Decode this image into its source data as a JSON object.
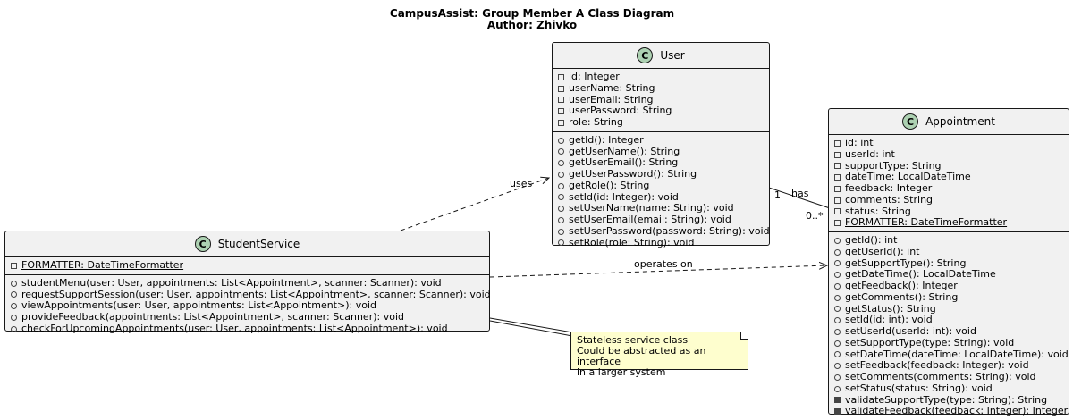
{
  "title": {
    "line1": "CampusAssist: Group Member A Class Diagram",
    "line2": "Author: Zhivko"
  },
  "classes": {
    "user": {
      "icon": "C",
      "name": "User",
      "attributes": [
        {
          "vis": "private",
          "text": "id: Integer"
        },
        {
          "vis": "private",
          "text": "userName: String"
        },
        {
          "vis": "private",
          "text": "userEmail: String"
        },
        {
          "vis": "private",
          "text": "userPassword: String"
        },
        {
          "vis": "private",
          "text": "role: String"
        }
      ],
      "methods": [
        {
          "vis": "public",
          "text": "getId(): Integer"
        },
        {
          "vis": "public",
          "text": "getUserName(): String"
        },
        {
          "vis": "public",
          "text": "getUserEmail(): String"
        },
        {
          "vis": "public",
          "text": "getUserPassword(): String"
        },
        {
          "vis": "public",
          "text": "getRole(): String"
        },
        {
          "vis": "public",
          "text": "setId(id: Integer): void"
        },
        {
          "vis": "public",
          "text": "setUserName(name: String): void"
        },
        {
          "vis": "public",
          "text": "setUserEmail(email: String): void"
        },
        {
          "vis": "public",
          "text": "setUserPassword(password: String): void"
        },
        {
          "vis": "public",
          "text": "setRole(role: String): void"
        }
      ]
    },
    "appointment": {
      "icon": "C",
      "name": "Appointment",
      "attributes": [
        {
          "vis": "private",
          "text": "id: int"
        },
        {
          "vis": "private",
          "text": "userId: int"
        },
        {
          "vis": "private",
          "text": "supportType: String"
        },
        {
          "vis": "private",
          "text": "dateTime: LocalDateTime"
        },
        {
          "vis": "private",
          "text": "feedback: Integer"
        },
        {
          "vis": "private",
          "text": "comments: String"
        },
        {
          "vis": "private",
          "text": "status: String"
        },
        {
          "vis": "private",
          "text": "FORMATTER: DateTimeFormatter",
          "static": true
        }
      ],
      "methods": [
        {
          "vis": "public",
          "text": "getId(): int"
        },
        {
          "vis": "public",
          "text": "getUserId(): int"
        },
        {
          "vis": "public",
          "text": "getSupportType(): String"
        },
        {
          "vis": "public",
          "text": "getDateTime(): LocalDateTime"
        },
        {
          "vis": "public",
          "text": "getFeedback(): Integer"
        },
        {
          "vis": "public",
          "text": "getComments(): String"
        },
        {
          "vis": "public",
          "text": "getStatus(): String"
        },
        {
          "vis": "public",
          "text": "setId(id: int): void"
        },
        {
          "vis": "public",
          "text": "setUserId(userId: int): void"
        },
        {
          "vis": "public",
          "text": "setSupportType(type: String): void"
        },
        {
          "vis": "public",
          "text": "setDateTime(dateTime: LocalDateTime): void"
        },
        {
          "vis": "public",
          "text": "setFeedback(feedback: Integer): void"
        },
        {
          "vis": "public",
          "text": "setComments(comments: String): void"
        },
        {
          "vis": "public",
          "text": "setStatus(status: String): void"
        },
        {
          "vis": "private-method",
          "text": "validateSupportType(type: String): String"
        },
        {
          "vis": "private-method",
          "text": "validateFeedback(feedback: Integer): Integer"
        }
      ]
    },
    "student_service": {
      "icon": "C",
      "name": "StudentService",
      "attributes": [
        {
          "vis": "private",
          "text": "FORMATTER: DateTimeFormatter",
          "static": true
        }
      ],
      "methods": [
        {
          "vis": "public",
          "text": "studentMenu(user: User, appointments: List<Appointment>, scanner: Scanner): void"
        },
        {
          "vis": "public",
          "text": "requestSupportSession(user: User, appointments: List<Appointment>, scanner: Scanner): void"
        },
        {
          "vis": "public",
          "text": "viewAppointments(user: User, appointments: List<Appointment>): void"
        },
        {
          "vis": "public",
          "text": "provideFeedback(appointments: List<Appointment>, scanner: Scanner): void"
        },
        {
          "vis": "public",
          "text": "checkForUpcomingAppointments(user: User, appointments: List<Appointment>): void"
        }
      ]
    }
  },
  "note": {
    "lines": [
      "Stateless service class",
      "Could be abstracted as an interface",
      "in a larger system"
    ]
  },
  "relations": {
    "uses": "uses",
    "has": "has",
    "has_from_mult": "1",
    "has_to_mult": "0..*",
    "operates_on": "operates on"
  },
  "colors": {
    "class_fill": "#f1f1f1",
    "class_icon": "#add1b2",
    "note_fill": "#fefece",
    "line": "#181818"
  }
}
